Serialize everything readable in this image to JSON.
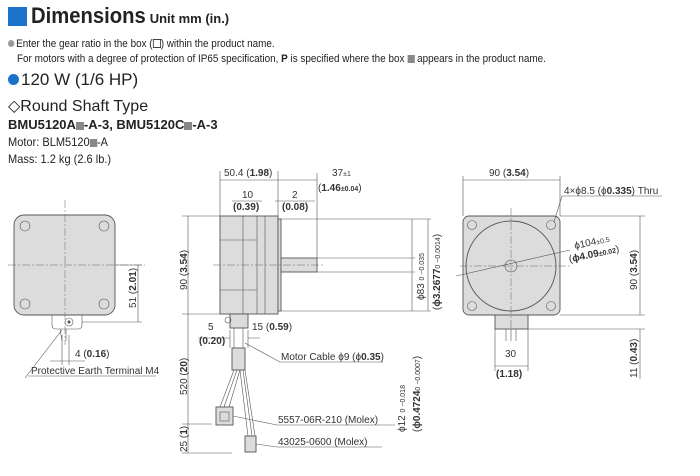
{
  "header": {
    "title": "Dimensions",
    "unit": "Unit mm (in.)",
    "accent": "#1a73c8"
  },
  "notes": {
    "line1_a": "Enter the gear ratio in the box (",
    "line1_b": ") within the product name.",
    "line2_a": "For motors with a degree of protection of IP65 specification, ",
    "line2_p": "P",
    "line2_b": " is specified where the box ",
    "line2_c": " appears in the product name."
  },
  "power": "120 W (1/6 HP)",
  "shaft_type": "◇Round Shaft Type",
  "models": {
    "a": "BMU5120A",
    "a_suffix": "-A-3, ",
    "c": "BMU5120C",
    "c_suffix": "-A-3"
  },
  "motor": {
    "label": "Motor: BLM5120",
    "suffix": "-A"
  },
  "mass": "Mass: 1.2 kg (2.6 lb.)",
  "drawing": {
    "left_view": {
      "dim_51": "51 (",
      "dim_51_in": "2.01",
      "dim_4": "4 (",
      "dim_4_in": "0.16",
      "earth_label": "Protective Earth Terminal M4"
    },
    "side_view": {
      "len_total": "50.4 (",
      "len_total_in": "1.98",
      "len_shaft": "37",
      "len_shaft_tol": "±1",
      "len_shaft_in": "1.46",
      "len_shaft_in_tol": "±0.04",
      "len_10": "10",
      "len_10_in": "0.39",
      "len_2": "2",
      "len_2_in": "0.08",
      "height": "90 (",
      "height_in": "3.54",
      "pilot": "ϕ83 ",
      "pilot_tol": "0 −0.035",
      "pilot_in": "ϕ3.2677",
      "pilot_in_tol": "0 −0.0014",
      "shaft_dia": "ϕ12 ",
      "shaft_dia_tol": "0 −0.018",
      "shaft_dia_in": "ϕ0.4724",
      "shaft_dia_in_tol": "0 −0.0007",
      "dim_5": "5",
      "dim_5_in": "0.20",
      "dim_15": "15 (",
      "dim_15_in": "0.59",
      "cable_len": "520 (",
      "cable_len_in": "20",
      "conn_len": "25 (",
      "conn_len_in": "1",
      "cable_label": "Motor Cable ϕ9 (ϕ",
      "cable_label_in": "0.35",
      "connector1": "5557-06R-210 (Molex)",
      "connector2": "43025-0600 (Molex)"
    },
    "front_view": {
      "width": "90 (",
      "width_in": "3.54",
      "holes": "4×ϕ8.5 (ϕ",
      "holes_in": "0.335",
      "holes_suffix": ") Thru",
      "pcd": "ϕ104",
      "pcd_tol": "±0.5",
      "pcd_in": "ϕ4.09",
      "pcd_in_tol": "±0.02",
      "height": "90 (",
      "height_in": "3.54",
      "lug_width": "30",
      "lug_width_in": "1.18",
      "lug_height": "11 (",
      "lug_height_in": "0.43"
    }
  }
}
